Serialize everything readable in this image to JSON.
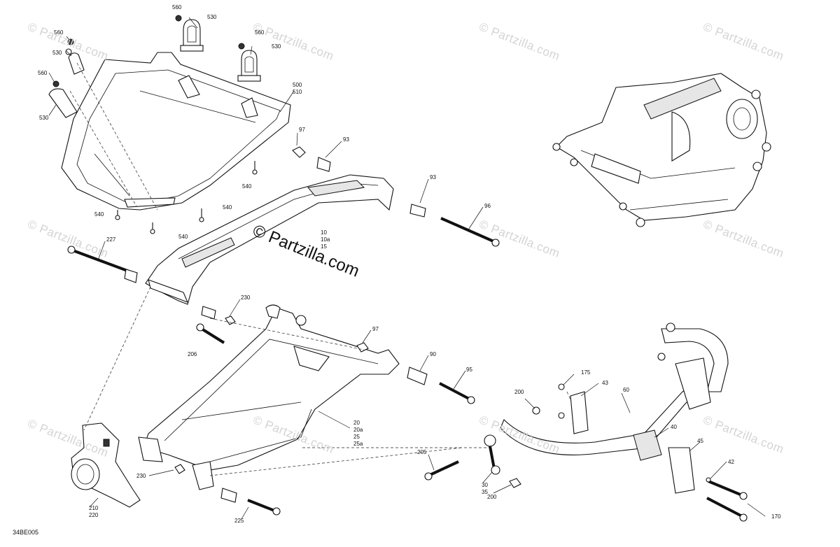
{
  "watermark": {
    "text": "© Partzilla.com",
    "main_text": "© Partzilla.com"
  },
  "drawing_code": "34BE005",
  "callouts": {
    "c560a": "560",
    "c530a": "530",
    "c560b": "560",
    "c530b": "530",
    "c560c": "560",
    "c530c": "530",
    "c560d": "560",
    "c530d": "530",
    "c500": "500",
    "c510": "510",
    "c540a": "540",
    "c540b": "540",
    "c540c": "540",
    "c540d": "540",
    "c97a": "97",
    "c93a": "93",
    "c93b": "93",
    "c96": "96",
    "c10": "10",
    "c10a": "10a",
    "c15": "15",
    "c227": "227",
    "c230a": "230",
    "c206": "206",
    "c97b": "97",
    "c90": "90",
    "c95": "95",
    "c20": "20",
    "c20a": "20a",
    "c25": "25",
    "c25a": "25a",
    "c175": "175",
    "c43": "43",
    "c60": "60",
    "c200a": "200",
    "c40": "40",
    "c45": "45",
    "c42": "42",
    "c170": "170",
    "c205": "205",
    "c30": "30",
    "c35": "35",
    "c200b": "200",
    "c230b": "230",
    "c225": "225",
    "c210": "210",
    "c220": "220"
  }
}
